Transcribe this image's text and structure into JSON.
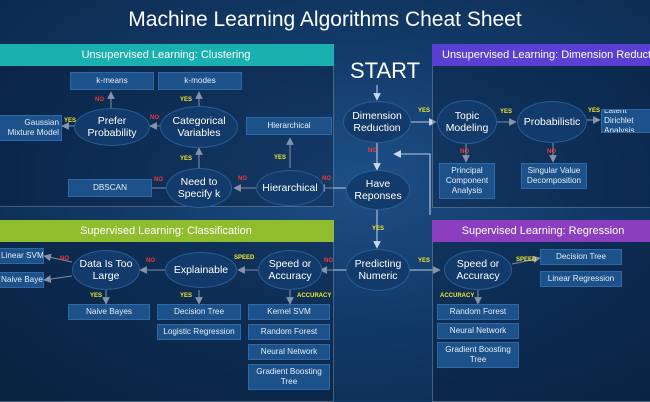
{
  "title": "Machine Learning Algorithms Cheat Sheet",
  "start_label": "START",
  "sections": {
    "clustering": {
      "header": "Unsupervised Learning: Clustering",
      "color": "#1ab0b0"
    },
    "dimension": {
      "header": "Unsupervised Learning: Dimension Reduction",
      "color": "#5a3fd3"
    },
    "classification": {
      "header": "Supervised Learning: Classification",
      "color": "#8fbd2e"
    },
    "regression": {
      "header": "Supervised Learning: Regression",
      "color": "#8b3fbe"
    }
  },
  "nodes": {
    "dimension_reduction": "Dimension Reduction",
    "have_reponses": "Have Reponses",
    "predicting_numeric": "Predicting Numeric",
    "prefer_probability": "Prefer Probability",
    "categorical_variables": "Categorical Variables",
    "need_to_specify_k": "Need to Specify k",
    "hierarchical_decision": "Hierarchical",
    "topic_modeling": "Topic Modeling",
    "probabilistic": "Probabilistic",
    "speed_or_accuracy_class": "Speed or Accuracy",
    "explainable": "Explainable",
    "data_too_large": "Data Is Too Large",
    "speed_or_accuracy_reg": "Speed or Accuracy"
  },
  "boxes": {
    "kmeans": "k-means",
    "kmodes": "k-modes",
    "gaussian": "Gaussian Mixture Model",
    "hierarchical_box": "Hierarchical",
    "dbscan": "DBSCAN",
    "latent": "Latent Dirichlet Analysis",
    "pca": "Principal Component Analysis",
    "svd": "Singular Value Decomposition",
    "linear_svm": "Linear SVM",
    "naive_bayes_top": "Naive Bayes",
    "naive_bayes_bottom": "Naive Bayes",
    "decision_tree_class": "Decision Tree",
    "logistic_regression": "Logistic Regression",
    "kernel_svm": "Kernel SVM",
    "random_forest_class": "Random Forest",
    "neural_network_class": "Neural Network",
    "gbt_class": "Gradient Boosting Tree",
    "decision_tree_reg": "Decision Tree",
    "linear_regression": "Linear Regression",
    "random_forest_reg": "Random Forest",
    "neural_network_reg": "Neural Network",
    "gbt_reg": "Gradient Boosting Tree"
  },
  "edge_labels": {
    "yes": "YES",
    "no": "NO",
    "speed": "SPEED",
    "accuracy": "ACCURACY"
  }
}
